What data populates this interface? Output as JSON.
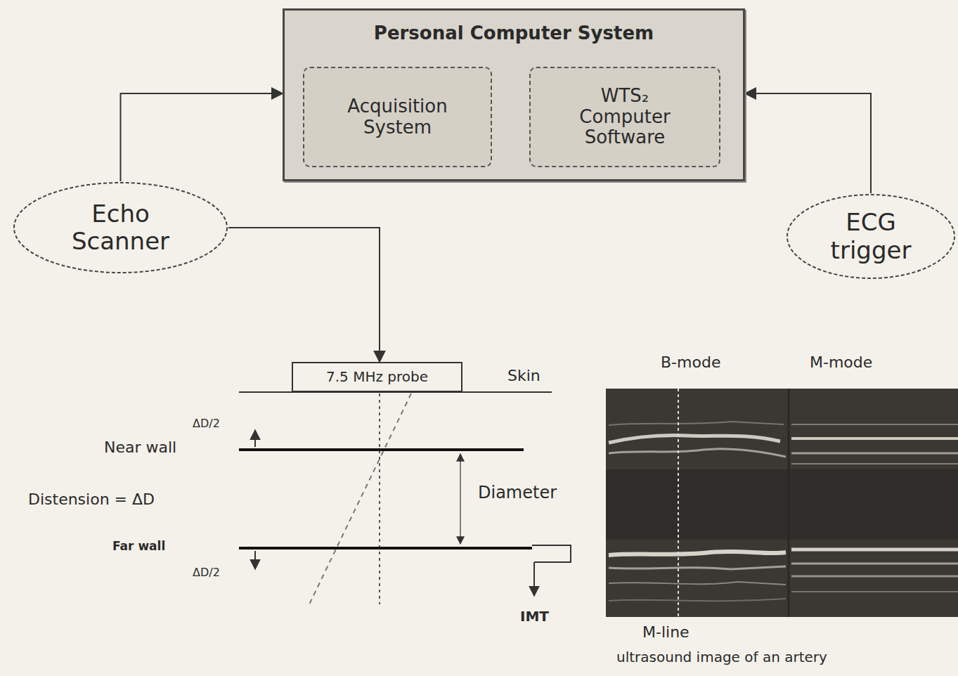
{
  "diagram": {
    "nodes": [
      {
        "text": [
          "Personal Computer System"
        ]
      },
      {
        "text": [
          "Acquisition System"
        ],
        "in": 0
      },
      {
        "text": [
          "WTS₂ Computer Software"
        ],
        "in": 0
      },
      {
        "text": [
          "Echo Scanner"
        ]
      },
      {
        "text": [
          "ECG trigger"
        ]
      },
      {
        "text": [
          "7.5 MHz probe"
        ]
      }
    ],
    "edges": [
      {
        "from": 3,
        "to": 0,
        "arrow": "to"
      },
      {
        "from": 4,
        "to": 0,
        "arrow": "to"
      },
      {
        "from": 3,
        "to": 5,
        "arrow": "to"
      }
    ],
    "labels": [
      "Skin",
      "ΔD/2",
      "Near wall",
      "Distension = ΔD",
      "Diameter",
      "Far wall",
      "ΔD/2",
      "IMT",
      "B-mode",
      "M-mode",
      "M-line",
      "ultrasound image of an artery"
    ]
  }
}
